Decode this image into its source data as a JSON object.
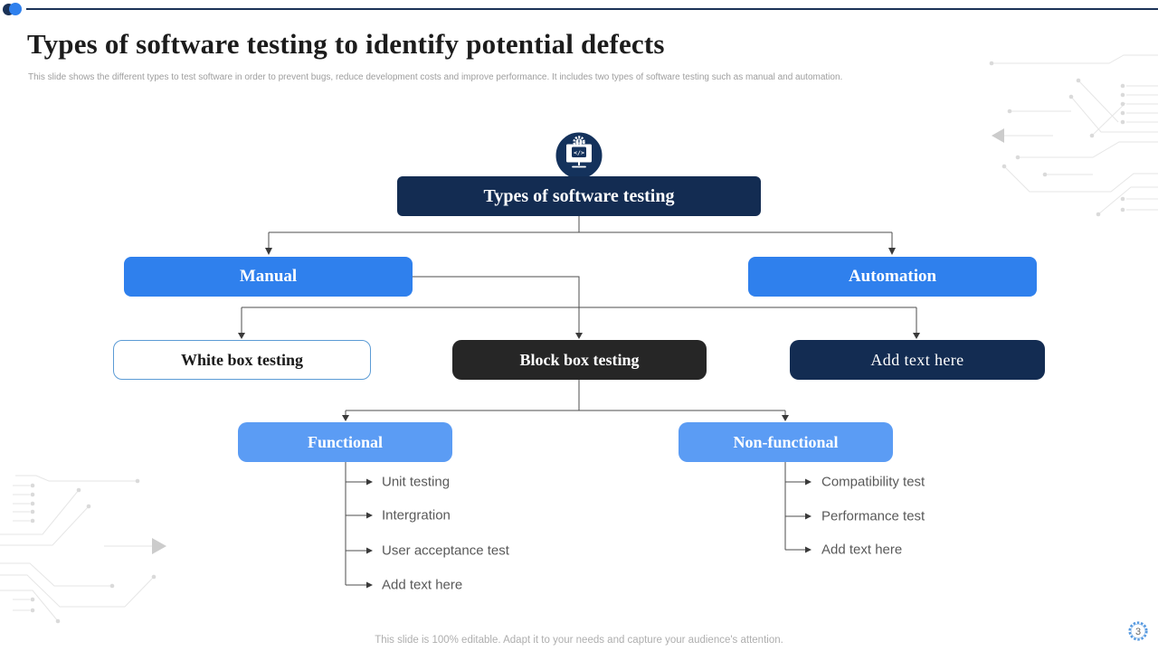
{
  "slide": {
    "title": "Types of software testing to identify potential defects",
    "subtitle": "This slide shows the different types to test software in order to prevent bugs, reduce development costs and improve performance. It includes two types of software testing such as manual and automation.",
    "footer_note": "This slide is 100% editable.  Adapt it to your needs and capture your audience's attention.",
    "page_number": "3"
  },
  "diagram": {
    "root": {
      "label": "Types of software testing",
      "icon": "code-monitor-gear-icon"
    },
    "branches": [
      {
        "label": "Manual"
      },
      {
        "label": "Automation"
      }
    ],
    "test_types": [
      {
        "label": "White box testing",
        "style": "outlined"
      },
      {
        "label": "Block box testing",
        "style": "dark"
      },
      {
        "label": "Add text here",
        "style": "navy"
      }
    ],
    "categories": [
      {
        "label": "Functional",
        "items": [
          "Unit testing",
          "Intergration",
          "User acceptance test",
          "Add text here"
        ]
      },
      {
        "label": "Non-functional",
        "items": [
          "Compatibility test",
          "Performance test",
          "Add text here"
        ]
      }
    ]
  },
  "colors": {
    "navy": "#132c52",
    "bright_blue": "#2f80ed",
    "light_blue": "#5b9cf4",
    "dark_box": "#262626",
    "outline_blue": "#5b9bd5",
    "connector_line": "#4d4d4d",
    "list_text": "#595959"
  }
}
